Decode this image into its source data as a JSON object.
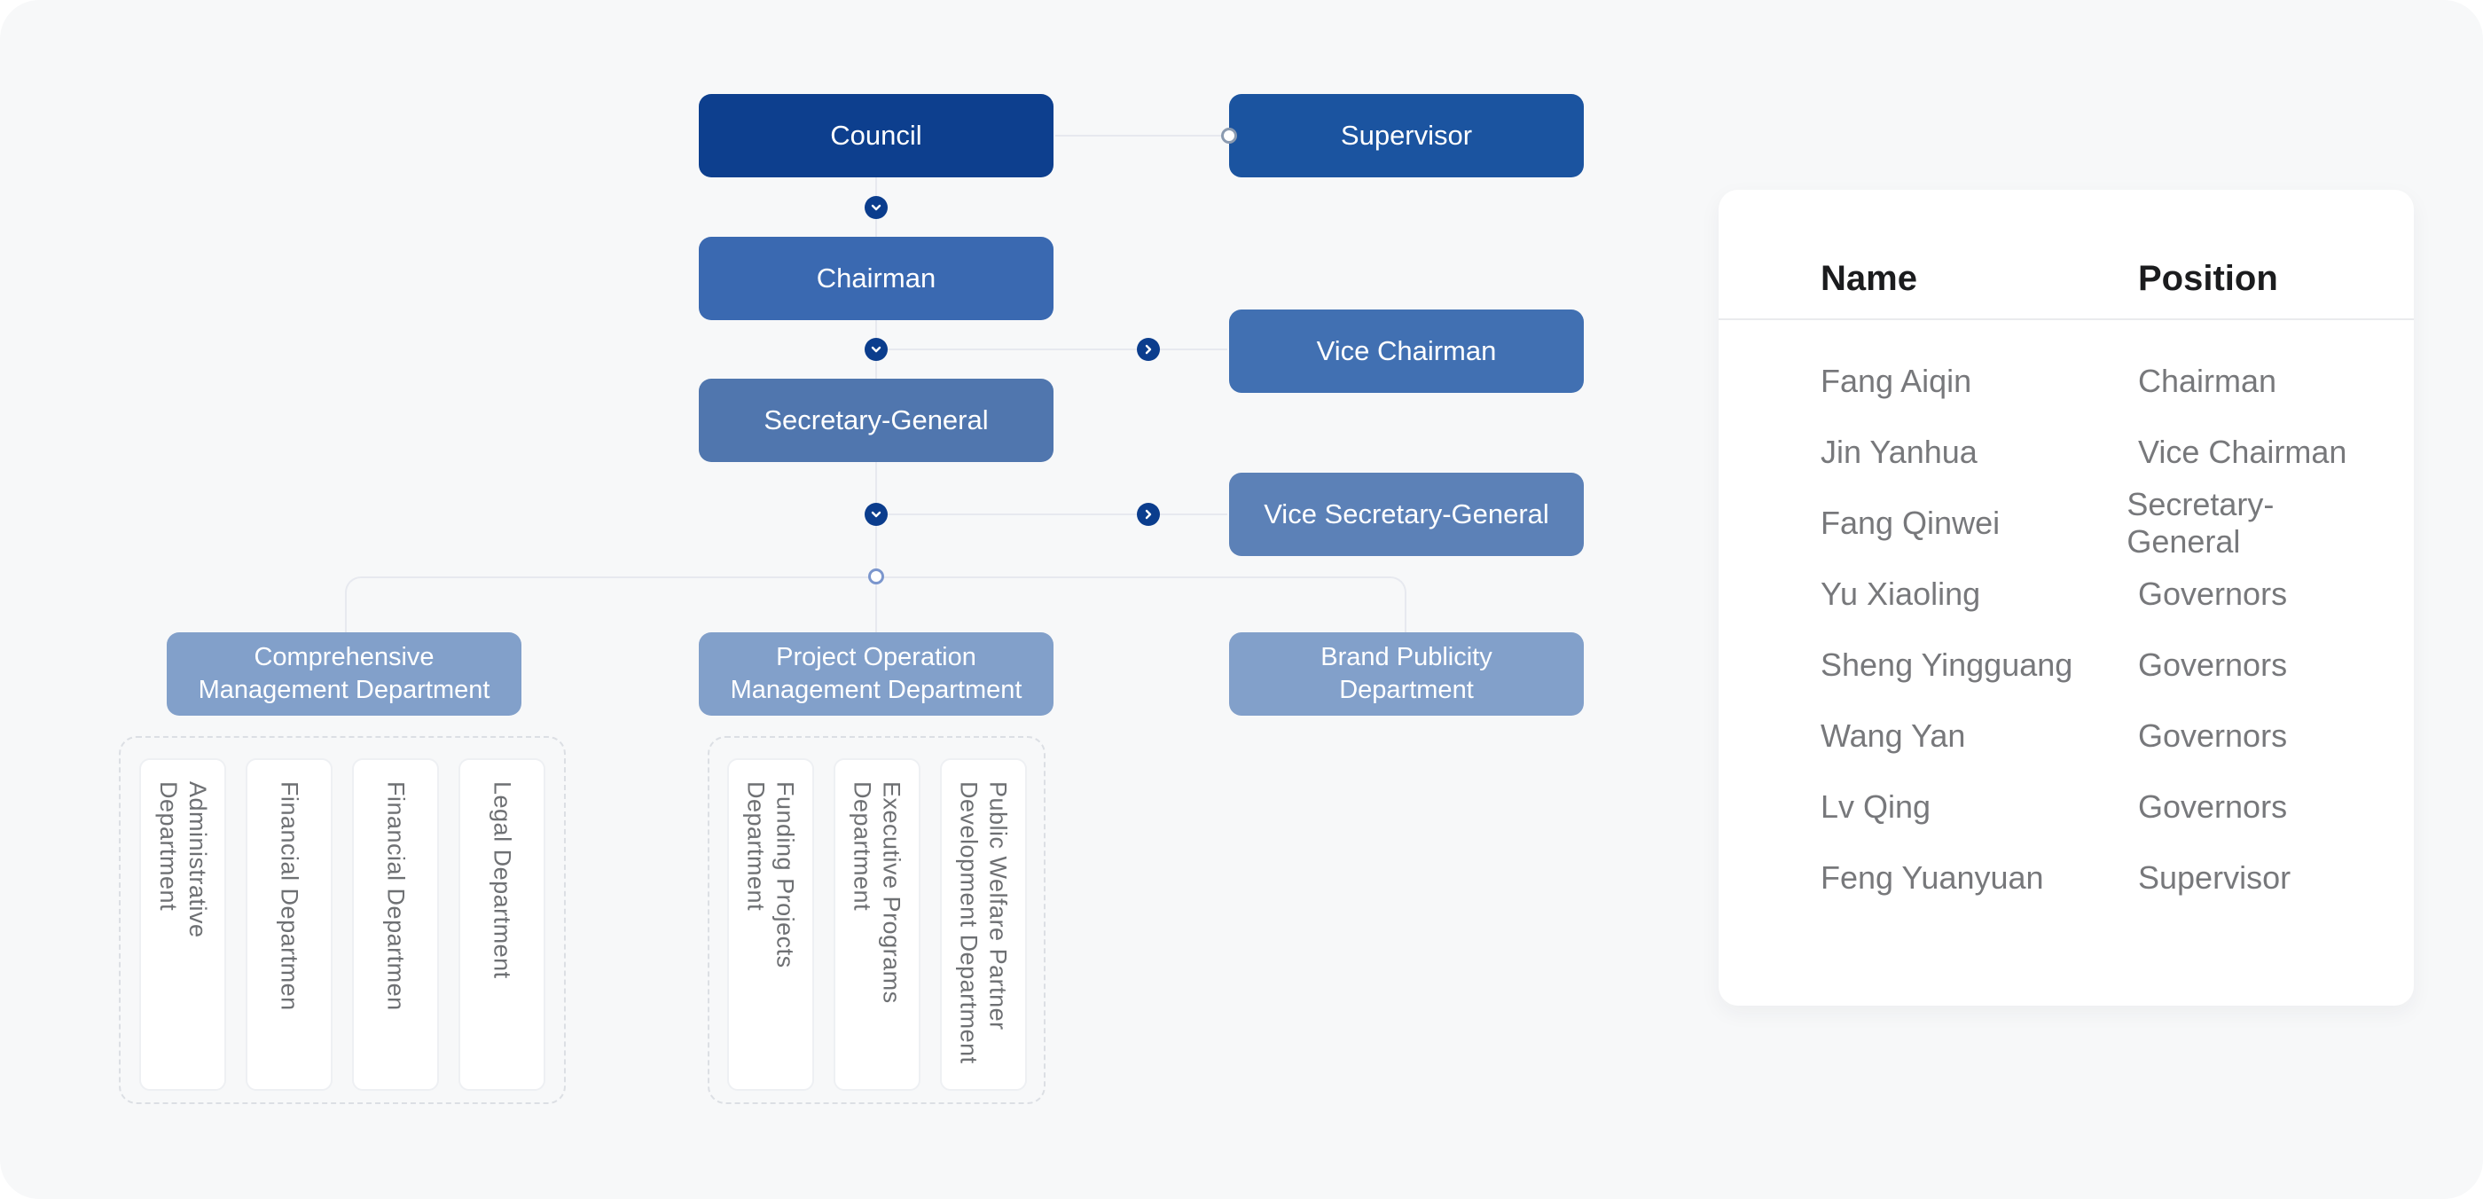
{
  "chart": {
    "type": "org-chart",
    "nodes": {
      "council": "Council",
      "supervisor": "Supervisor",
      "chairman": "Chairman",
      "vice_chairman": "Vice Chairman",
      "secretary_general": "Secretary-General",
      "vice_secretary_general": "Vice Secretary-General",
      "dept_comprehensive": "Comprehensive\nManagement Department",
      "dept_project": "Project Operation\nManagement Department",
      "dept_brand": "Brand Publicity\nDepartment"
    },
    "sub_departments": {
      "comprehensive": [
        "Administrative\nDepartment",
        "Financial Departmen",
        "Financial Departmen",
        "Legal Department"
      ],
      "project": [
        "Funding Projects\nDepartment",
        "Executive Programs\nDepartment",
        "Public Welfare Partner\nDevelopment Department"
      ]
    },
    "colors": {
      "council": "#0d3f8e",
      "supervisor": "#1b54a0",
      "chairman": "#3a69b1",
      "vice_chairman": "#4170b2",
      "secretary_general": "#5076ae",
      "vice_secretary_general": "#5c81b7",
      "department": "#82a0ca",
      "chevron_circle": "#0b3d8d",
      "connector_line": "#e7e9ef",
      "canvas_background": "#f7f8f9"
    }
  },
  "roster": {
    "headers": {
      "name": "Name",
      "position": "Position"
    },
    "rows": [
      {
        "name": "Fang Aiqin",
        "position": "Chairman"
      },
      {
        "name": "Jin Yanhua",
        "position": "Vice Chairman"
      },
      {
        "name": "Fang Qinwei",
        "position": "Secretary-General"
      },
      {
        "name": "Yu Xiaoling",
        "position": "Governors"
      },
      {
        "name": "Sheng Yingguang",
        "position": "Governors"
      },
      {
        "name": "Wang Yan",
        "position": "Governors"
      },
      {
        "name": "Lv Qing",
        "position": "Governors"
      },
      {
        "name": "Feng Yuanyuan",
        "position": "Supervisor"
      }
    ]
  }
}
